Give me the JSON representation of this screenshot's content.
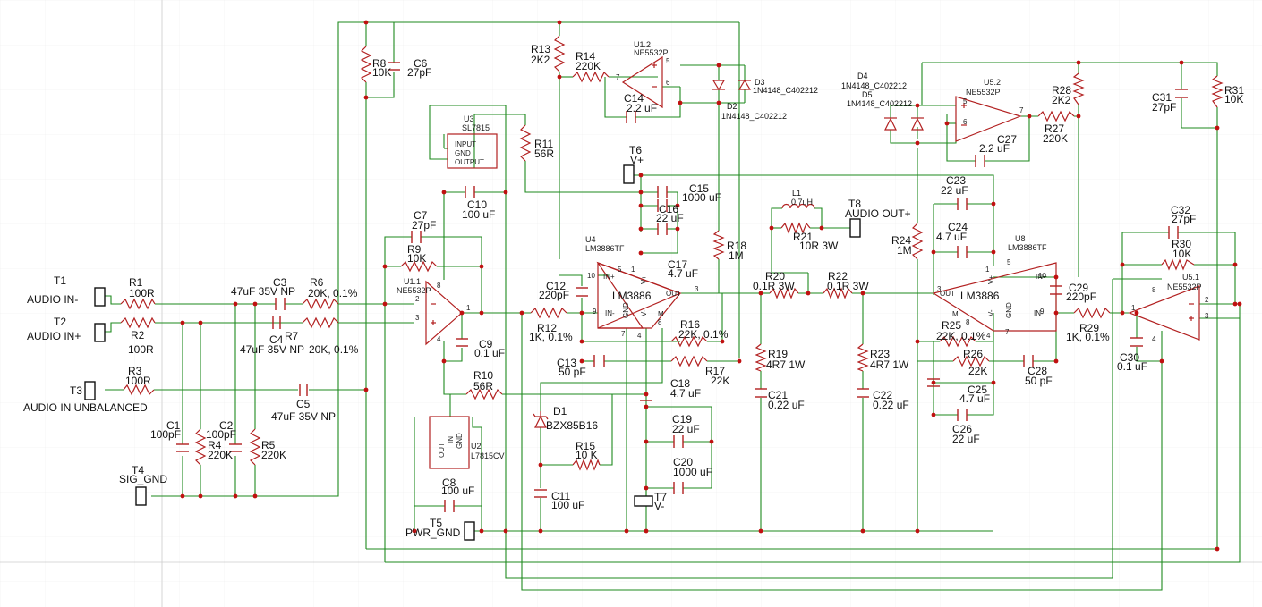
{
  "colors": {
    "wire": "#1e8a1e",
    "part": "#b22020",
    "junction": "#c01010",
    "text": "#111111",
    "grid": "#d8d8d8"
  },
  "terminals": {
    "t1": {
      "ref": "T1",
      "label": "AUDIO IN-"
    },
    "t2": {
      "ref": "T2",
      "label": "AUDIO IN+"
    },
    "t3": {
      "ref": "T3",
      "label": "AUDIO IN UNBALANCED"
    },
    "t4": {
      "ref": "T4",
      "label": "SIG_GND"
    },
    "t5": {
      "ref": "T5",
      "label": "PWR_GND"
    },
    "t6": {
      "ref": "T6",
      "label": "V+"
    },
    "t7": {
      "ref": "T7",
      "label": "V-"
    },
    "t8": {
      "ref": "T8",
      "label": "AUDIO OUT+"
    }
  },
  "resistors": {
    "r1": {
      "ref": "R1",
      "value": "100R"
    },
    "r2": {
      "ref": "R2",
      "value": "100R"
    },
    "r3": {
      "ref": "R3",
      "value": "100R"
    },
    "r4": {
      "ref": "R4",
      "value": "220K"
    },
    "r5": {
      "ref": "R5",
      "value": "220K"
    },
    "r6": {
      "ref": "R6",
      "value": "20K, 0.1%"
    },
    "r7": {
      "ref": "R7",
      "value": "20K, 0.1%"
    },
    "r8": {
      "ref": "R8",
      "value": "10K"
    },
    "r9": {
      "ref": "R9",
      "value": "10K"
    },
    "r10": {
      "ref": "R10",
      "value": "56R"
    },
    "r11": {
      "ref": "R11",
      "value": "56R"
    },
    "r12": {
      "ref": "R12",
      "value": "1K, 0.1%"
    },
    "r13": {
      "ref": "R13",
      "value": "2K2"
    },
    "r14": {
      "ref": "R14",
      "value": "220K"
    },
    "r15": {
      "ref": "R15",
      "value": "10 K"
    },
    "r16": {
      "ref": "R16",
      "value": "22K, 0.1%"
    },
    "r17": {
      "ref": "R17",
      "value": "22K"
    },
    "r18": {
      "ref": "R18",
      "value": "1M"
    },
    "r19": {
      "ref": "R19",
      "value": "4R7 1W"
    },
    "r20": {
      "ref": "R20",
      "value": "0.1R 3W"
    },
    "r21": {
      "ref": "R21",
      "value": "10R 3W"
    },
    "r22": {
      "ref": "R22",
      "value": "0.1R 3W"
    },
    "r23": {
      "ref": "R23",
      "value": "4R7 1W"
    },
    "r24": {
      "ref": "R24",
      "value": "1M"
    },
    "r25": {
      "ref": "R25",
      "value": "22K, 0.1%"
    },
    "r26": {
      "ref": "R26",
      "value": "22K"
    },
    "r27": {
      "ref": "R27",
      "value": "220K"
    },
    "r28": {
      "ref": "R28",
      "value": "2K2"
    },
    "r29": {
      "ref": "R29",
      "value": "1K, 0.1%"
    },
    "r30": {
      "ref": "R30",
      "value": "10K"
    },
    "r31": {
      "ref": "R31",
      "value": "10K"
    }
  },
  "capacitors": {
    "c1": {
      "ref": "C1",
      "value": "100pF"
    },
    "c2": {
      "ref": "C2",
      "value": "100pF"
    },
    "c3": {
      "ref": "C3",
      "value": "47uF 35V NP"
    },
    "c4": {
      "ref": "C4",
      "value": "47uF 35V NP"
    },
    "c5": {
      "ref": "C5",
      "value": "47uF 35V NP"
    },
    "c6": {
      "ref": "C6",
      "value": "27pF"
    },
    "c7": {
      "ref": "C7",
      "value": "27pF"
    },
    "c8": {
      "ref": "C8",
      "value": "100 uF"
    },
    "c9": {
      "ref": "C9",
      "value": "0.1 uF"
    },
    "c10": {
      "ref": "C10",
      "value": "100 uF"
    },
    "c11": {
      "ref": "C11",
      "value": "100 uF"
    },
    "c12": {
      "ref": "C12",
      "value": "220pF"
    },
    "c13": {
      "ref": "C13",
      "value": "50 pF"
    },
    "c14": {
      "ref": "C14",
      "value": "2.2 uF"
    },
    "c15": {
      "ref": "C15",
      "value": "1000 uF"
    },
    "c16": {
      "ref": "C16",
      "value": "22 uF"
    },
    "c17": {
      "ref": "C17",
      "value": "4.7 uF"
    },
    "c18": {
      "ref": "C18",
      "value": "4.7 uF"
    },
    "c19": {
      "ref": "C19",
      "value": "22 uF"
    },
    "c20": {
      "ref": "C20",
      "value": "1000 uF"
    },
    "c21": {
      "ref": "C21",
      "value": "0.22 uF"
    },
    "c22": {
      "ref": "C22",
      "value": "0.22 uF"
    },
    "c23": {
      "ref": "C23",
      "value": "22 uF"
    },
    "c24": {
      "ref": "C24",
      "value": "4.7 uF"
    },
    "c25": {
      "ref": "C25",
      "value": "4.7 uF"
    },
    "c26": {
      "ref": "C26",
      "value": "22 uF"
    },
    "c27": {
      "ref": "C27",
      "value": "2.2 uF"
    },
    "c28": {
      "ref": "C28",
      "value": "50 pF"
    },
    "c29": {
      "ref": "C29",
      "value": "220pF"
    },
    "c30": {
      "ref": "C30",
      "value": "0.1 uF"
    },
    "c31": {
      "ref": "C31",
      "value": "27pF"
    },
    "c32": {
      "ref": "C32",
      "value": "27pF"
    }
  },
  "diodes": {
    "d1": {
      "ref": "D1",
      "value": "BZX85B16"
    },
    "d2": {
      "ref": "D2",
      "value": "1N4148_C402212"
    },
    "d3": {
      "ref": "D3",
      "value": "1N4148_C402212"
    },
    "d4": {
      "ref": "D4",
      "value": "1N4148_C402212"
    },
    "d5": {
      "ref": "D5",
      "value": "1N4148_C402212"
    }
  },
  "inductors": {
    "l1": {
      "ref": "L1",
      "value": "0.7uH"
    }
  },
  "ics": {
    "u1_1": {
      "ref": "U1.1",
      "value": "NE5532P"
    },
    "u1_2": {
      "ref": "U1.2",
      "value": "NE5532P"
    },
    "u5_1": {
      "ref": "U5.1",
      "value": "NE5532P"
    },
    "u5_2": {
      "ref": "U5.2",
      "value": "NE5532P"
    },
    "u4": {
      "ref": "U4",
      "value": "LM3886TF",
      "body": "LM3886"
    },
    "u8": {
      "ref": "U8",
      "value": "LM3886TF",
      "body": "LM3886"
    },
    "u3": {
      "ref": "U3",
      "value": "SL7815",
      "pins": [
        "INPUT",
        "GND",
        "OUTPUT"
      ]
    },
    "u2": {
      "ref": "U2",
      "value": "L7815CV",
      "pins": [
        "OUT",
        "IN",
        "GND"
      ]
    }
  },
  "lm_pins": {
    "in_plus": "IN+",
    "in_minus": "IN-",
    "out": "OUT",
    "gnd": "GND",
    "m": "M",
    "v_plus": "V+",
    "v_minus": "V-"
  },
  "pin_numbers": {
    "p1": "1",
    "p2": "2",
    "p3": "3",
    "p4": "4",
    "p5": "5",
    "p6": "6",
    "p7": "7",
    "p8": "8",
    "p9": "9",
    "p10": "10"
  }
}
